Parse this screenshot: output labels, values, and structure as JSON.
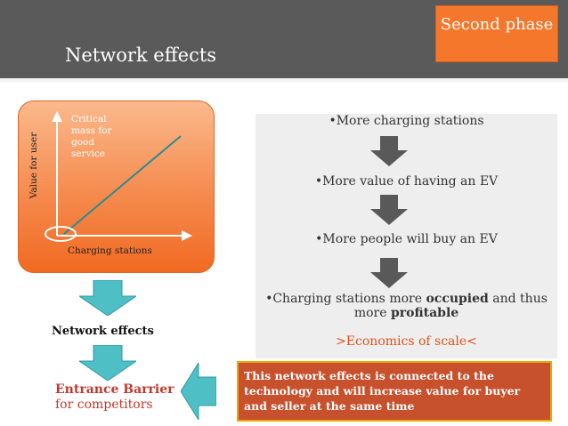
{
  "header": {
    "title": "Network effects",
    "phase_label": "Second phase"
  },
  "graph": {
    "critical_label": "Critical mass for good service",
    "y_label": "Value for user",
    "x_label": "Charging stations"
  },
  "chain": {
    "items": [
      "•More charging stations",
      "•More value of having an EV",
      "•More people will buy an EV"
    ],
    "last_item": {
      "prefix": "•Charging stations more ",
      "bold1": "occupied",
      "middle": " and thus more ",
      "bold2": "profitable"
    },
    "economics": ">Economics of scale<"
  },
  "left_flow": {
    "network_label": "Network effects",
    "barrier_title": "Entrance Barrier",
    "barrier_sub": "for competitors"
  },
  "note": {
    "text": "This network effects is connected to the technology and will increase value for buyer and seller at the same time"
  },
  "colors": {
    "header": "#5a5a5a",
    "phase_box": "#f4772b",
    "arrow_fill": "#595959",
    "teal_arrow": "#4fbfc6",
    "note_box": "#c7502d",
    "accent_red": "#c0392b"
  }
}
